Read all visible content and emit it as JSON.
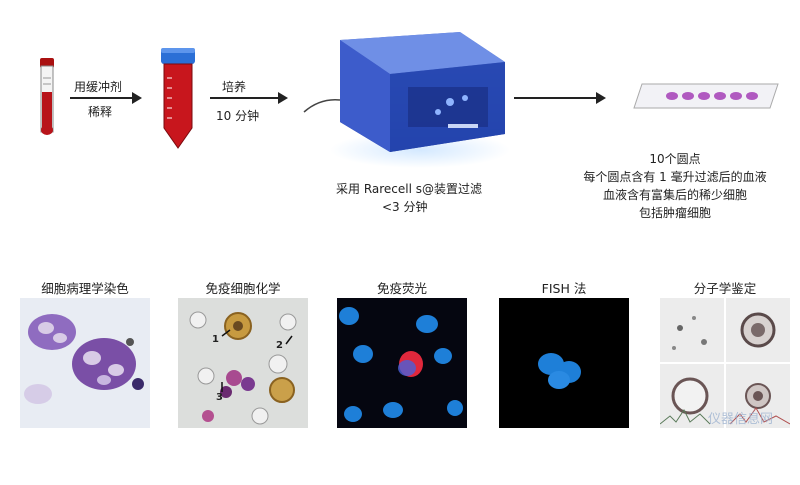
{
  "steps": {
    "buffer_label_1": "用缓冲剂",
    "buffer_label_2": "稀释",
    "incubate_label_1": "培养",
    "incubate_label_2": "10 分钟",
    "device_caption_1": "采用 Rarecell s@装置过滤",
    "device_caption_2": "<3 分钟",
    "slide_caption": [
      "10个圆点",
      "每个圆点含有 1 毫升过滤后的血液",
      "血液含有富集后的稀少细胞",
      "包括肿瘤细胞"
    ]
  },
  "panels": [
    {
      "title": "细胞病理学染色",
      "icon": "cytopathology-stain-micrograph"
    },
    {
      "title": "免疫细胞化学",
      "icon": "immunocytochemistry-micrograph"
    },
    {
      "title": "免疫荧光",
      "icon": "immunofluorescence-micrograph"
    },
    {
      "title": "FISH 法",
      "icon": "fish-micrograph"
    },
    {
      "title": "分子学鉴定",
      "icon": "molecular-identification-micrograph"
    }
  ],
  "panel2_markers": [
    "1",
    "2",
    "3"
  ],
  "watermark": "仪器信息网",
  "colors": {
    "blood": "#b8141a",
    "tube_cap": "#2b6fd6",
    "device_blue": "#2a4fb8",
    "cell_purple": "#7a4fa6",
    "fluor_blue": "#1e7fd8",
    "fluor_red": "#e0283c"
  }
}
